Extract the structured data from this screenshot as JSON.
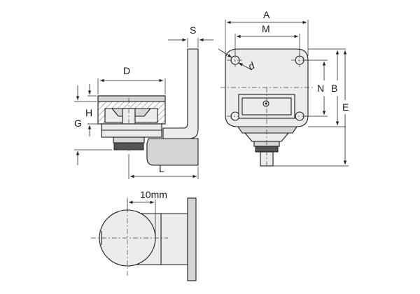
{
  "dimensions": {
    "A": "A",
    "M": "M",
    "S": "S",
    "D": "D",
    "H": "H",
    "G": "G",
    "L": "L",
    "N": "N",
    "B": "B",
    "E": "E",
    "d": "d",
    "wheel_width": "10mm"
  },
  "colors": {
    "line": "#1a1a1a",
    "fill": "#d6d6d6",
    "fill_light": "#ececec",
    "dark_part": "#555555"
  }
}
